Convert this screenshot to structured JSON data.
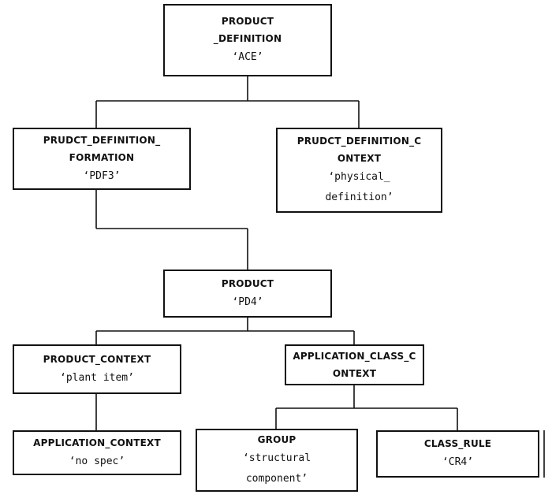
{
  "nodes": {
    "product_definition": {
      "title": "PRODUCT\n_DEFINITION",
      "value": "‘ACE’"
    },
    "product_definition_formation": {
      "title": "PRUDCT_DEFINITION_\nFORMATION",
      "value": "‘PDF3’"
    },
    "product_definition_context": {
      "title": "PRUDCT_DEFINITION_C\nONTEXT",
      "value": "‘physical_\ndefinition’"
    },
    "product": {
      "title": "PRODUCT",
      "value": "‘PD4’"
    },
    "product_context": {
      "title": "PRODUCT_CONTEXT",
      "value": "‘plant item’"
    },
    "application_class_context": {
      "title": "APPLICATION_CLASS_C\nONTEXT",
      "value": ""
    },
    "application_context": {
      "title": "APPLICATION_CONTEXT",
      "value": "‘no spec’"
    },
    "group": {
      "title": "GROUP",
      "value": "‘structural\ncomponent’"
    },
    "class_rule": {
      "title": "CLASS_RULE",
      "value": "‘CR4’"
    }
  },
  "edges": [
    {
      "from": "product_definition",
      "to": "product_definition_formation"
    },
    {
      "from": "product_definition",
      "to": "product_definition_context"
    },
    {
      "from": "product_definition_formation",
      "to": "product"
    },
    {
      "from": "product",
      "to": "product_context"
    },
    {
      "from": "product",
      "to": "application_class_context"
    },
    {
      "from": "product_context",
      "to": "application_context"
    },
    {
      "from": "application_class_context",
      "to": "group"
    },
    {
      "from": "application_class_context",
      "to": "class_rule"
    }
  ]
}
